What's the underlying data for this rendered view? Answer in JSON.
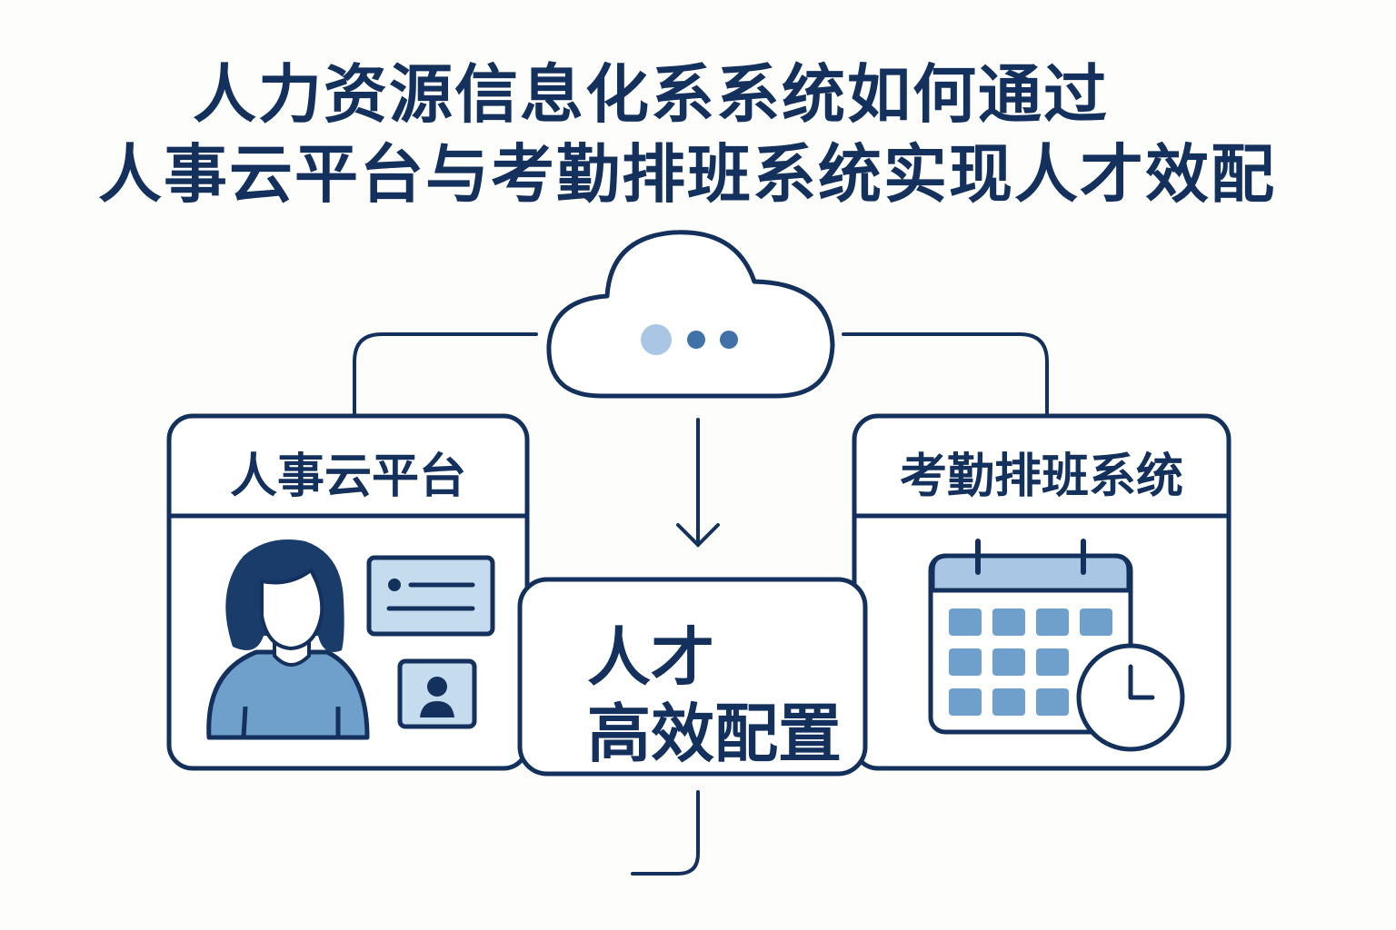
{
  "title": {
    "line1": "人力资源信息化系系统如何通过",
    "line2": "人事云平台与考勤排班系统实现人才效配"
  },
  "hr_cloud": {
    "label": "人事云平台"
  },
  "attendance": {
    "label": "考勤排班系统"
  },
  "center": {
    "line1": "人才",
    "line2": "高效配置"
  },
  "colors": {
    "navy": "#13315c",
    "light_blue": "#a9c7e4",
    "mid_blue": "#6f9fcb",
    "pale_blue": "#c5dcef",
    "background": "#fdfdfb"
  },
  "icons": [
    "cloud-icon",
    "person-avatar-icon",
    "id-card-icon",
    "profile-card-icon",
    "calendar-icon",
    "clock-icon",
    "down-arrow-icon"
  ]
}
